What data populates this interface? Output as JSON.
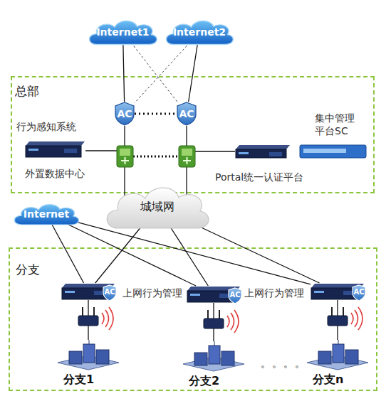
{
  "diagram": {
    "nodes": [
      {
        "text": [
          "Internet1"
        ]
      },
      {
        "text": [
          "Internet2"
        ]
      },
      {
        "text": [
          "总部"
        ]
      },
      {
        "text": [
          "AC"
        ],
        "in": 2
      },
      {
        "text": [
          "AC"
        ],
        "in": 2
      },
      {
        "text": [
          "行为感知系统",
          "外置数据中心"
        ],
        "in": 2
      },
      {
        "text": [
          "集中管理 平台SC"
        ],
        "in": 2
      },
      {
        "text": [
          "Portal统一认证平台"
        ],
        "in": 2
      },
      {
        "text": [
          "城域网"
        ]
      },
      {
        "text": [
          "Internet"
        ]
      },
      {
        "text": [
          "分支"
        ]
      },
      {
        "text": [
          "AC"
        ],
        "in": 10
      },
      {
        "text": [
          "AC"
        ],
        "in": 10
      },
      {
        "text": [
          "AC"
        ],
        "in": 10
      },
      {
        "text": [
          "分支1"
        ],
        "in": 10
      },
      {
        "text": [
          "分支2"
        ],
        "in": 10
      },
      {
        "text": [
          "分支n"
        ],
        "in": 10
      }
    ],
    "edges": [
      {
        "from": 0,
        "to": 3,
        "arrow": "none"
      },
      {
        "from": 0,
        "to": 4,
        "arrow": "none"
      },
      {
        "from": 1,
        "to": 3,
        "arrow": "none"
      },
      {
        "from": 1,
        "to": 4,
        "arrow": "none"
      },
      {
        "from": 3,
        "to": 4,
        "arrow": "none"
      },
      {
        "from": 3,
        "to": 8,
        "arrow": "none"
      },
      {
        "from": 4,
        "to": 8,
        "arrow": "none"
      },
      {
        "from": 9,
        "to": 11,
        "arrow": "none"
      },
      {
        "from": 9,
        "to": 12,
        "arrow": "none"
      },
      {
        "from": 9,
        "to": 13,
        "arrow": "none"
      },
      {
        "from": 8,
        "to": 11,
        "arrow": "none"
      },
      {
        "from": 8,
        "to": 12,
        "arrow": "none"
      },
      {
        "from": 8,
        "to": 13,
        "arrow": "none"
      },
      {
        "from": 11,
        "to": 14,
        "arrow": "none"
      },
      {
        "from": 12,
        "to": 15,
        "arrow": "none"
      },
      {
        "from": 13,
        "to": 16,
        "arrow": "none"
      }
    ],
    "labels": [
      "上网行为管理",
      "上网行为管理",
      "。。。。"
    ]
  }
}
